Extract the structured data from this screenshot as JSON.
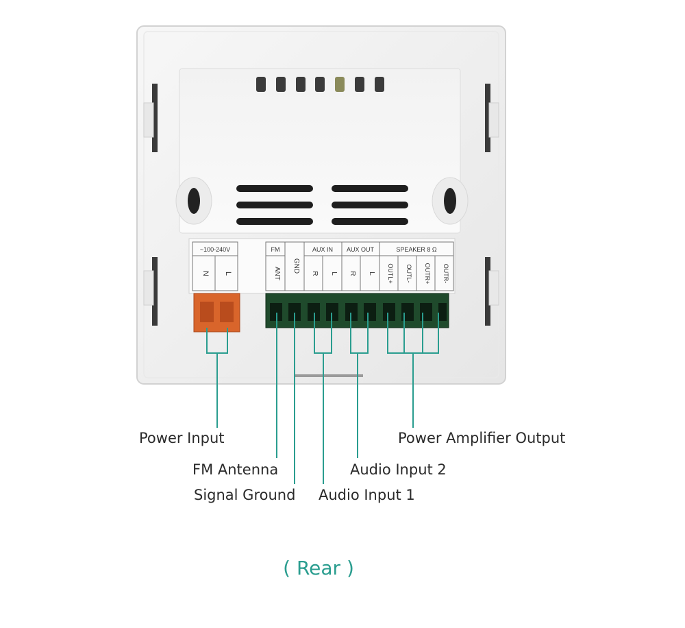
{
  "device": {
    "terminal_labels": {
      "power_group": "~100-240V",
      "power_n": "N",
      "power_l": "L",
      "fm_group": "FM",
      "fm_ant": "ANT",
      "gnd": "GND",
      "aux_in_group": "AUX IN",
      "aux_in_r": "R",
      "aux_in_l": "L",
      "aux_out_group": "AUX OUT",
      "aux_out_r": "R",
      "aux_out_l": "L",
      "speaker_group": "SPEAKER 8 Ω",
      "speaker_out_l_plus": "OUTL+",
      "speaker_out_l_minus": "OUTL-",
      "speaker_out_r_plus": "OUTR+",
      "speaker_out_r_minus": "OUTR-"
    }
  },
  "callouts": {
    "power_input": "Power Input",
    "fm_antenna": "FM Antenna",
    "signal_ground": "Signal Ground",
    "audio_input_1": "Audio Input 1",
    "audio_input_2": "Audio Input 2",
    "power_amplifier_output": "Power Amplifier Output"
  },
  "view_caption": "( Rear )",
  "colors": {
    "leader_line": "#2a9d8f",
    "caption": "#2a9d8f",
    "terminal_block_green": "#1f4a2c",
    "power_connector_orange": "#d9652b",
    "panel": "#f4f4f4"
  }
}
